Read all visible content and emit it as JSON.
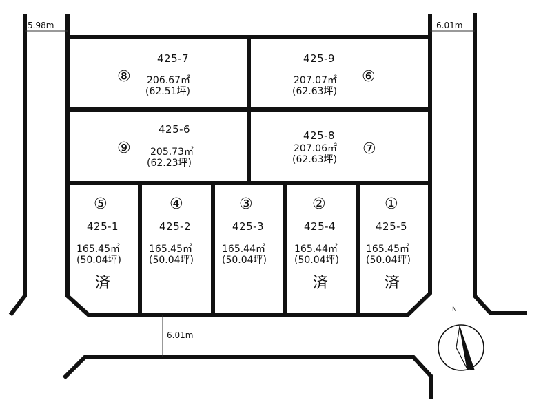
{
  "road_widths": {
    "left": "5.98m",
    "right": "6.01m",
    "bottom": "6.01m"
  },
  "north_label": "N",
  "lots": [
    {
      "id": "lot-8",
      "circle": "⑧",
      "number": "425-7",
      "area": "206.67㎡",
      "tsubo": "(62.51坪)",
      "sold": ""
    },
    {
      "id": "lot-6",
      "circle": "⑥",
      "number": "425-9",
      "area": "207.07㎡",
      "tsubo": "(62.63坪)",
      "sold": ""
    },
    {
      "id": "lot-9",
      "circle": "⑨",
      "number": "425-6",
      "area": "205.73㎡",
      "tsubo": "(62.23坪)",
      "sold": ""
    },
    {
      "id": "lot-7",
      "circle": "⑦",
      "number": "425-8",
      "area": "207.06㎡",
      "tsubo": "(62.63坪)",
      "sold": ""
    },
    {
      "id": "lot-5",
      "circle": "⑤",
      "number": "425-1",
      "area": "165.45㎡",
      "tsubo": "(50.04坪)",
      "sold": "済"
    },
    {
      "id": "lot-4",
      "circle": "④",
      "number": "425-2",
      "area": "165.45㎡",
      "tsubo": "(50.04坪)",
      "sold": ""
    },
    {
      "id": "lot-3",
      "circle": "③",
      "number": "425-3",
      "area": "165.44㎡",
      "tsubo": "(50.04坪)",
      "sold": ""
    },
    {
      "id": "lot-2",
      "circle": "②",
      "number": "425-4",
      "area": "165.44㎡",
      "tsubo": "(50.04坪)",
      "sold": "済"
    },
    {
      "id": "lot-1",
      "circle": "①",
      "number": "425-5",
      "area": "165.45㎡",
      "tsubo": "(50.04坪)",
      "sold": "済"
    }
  ]
}
